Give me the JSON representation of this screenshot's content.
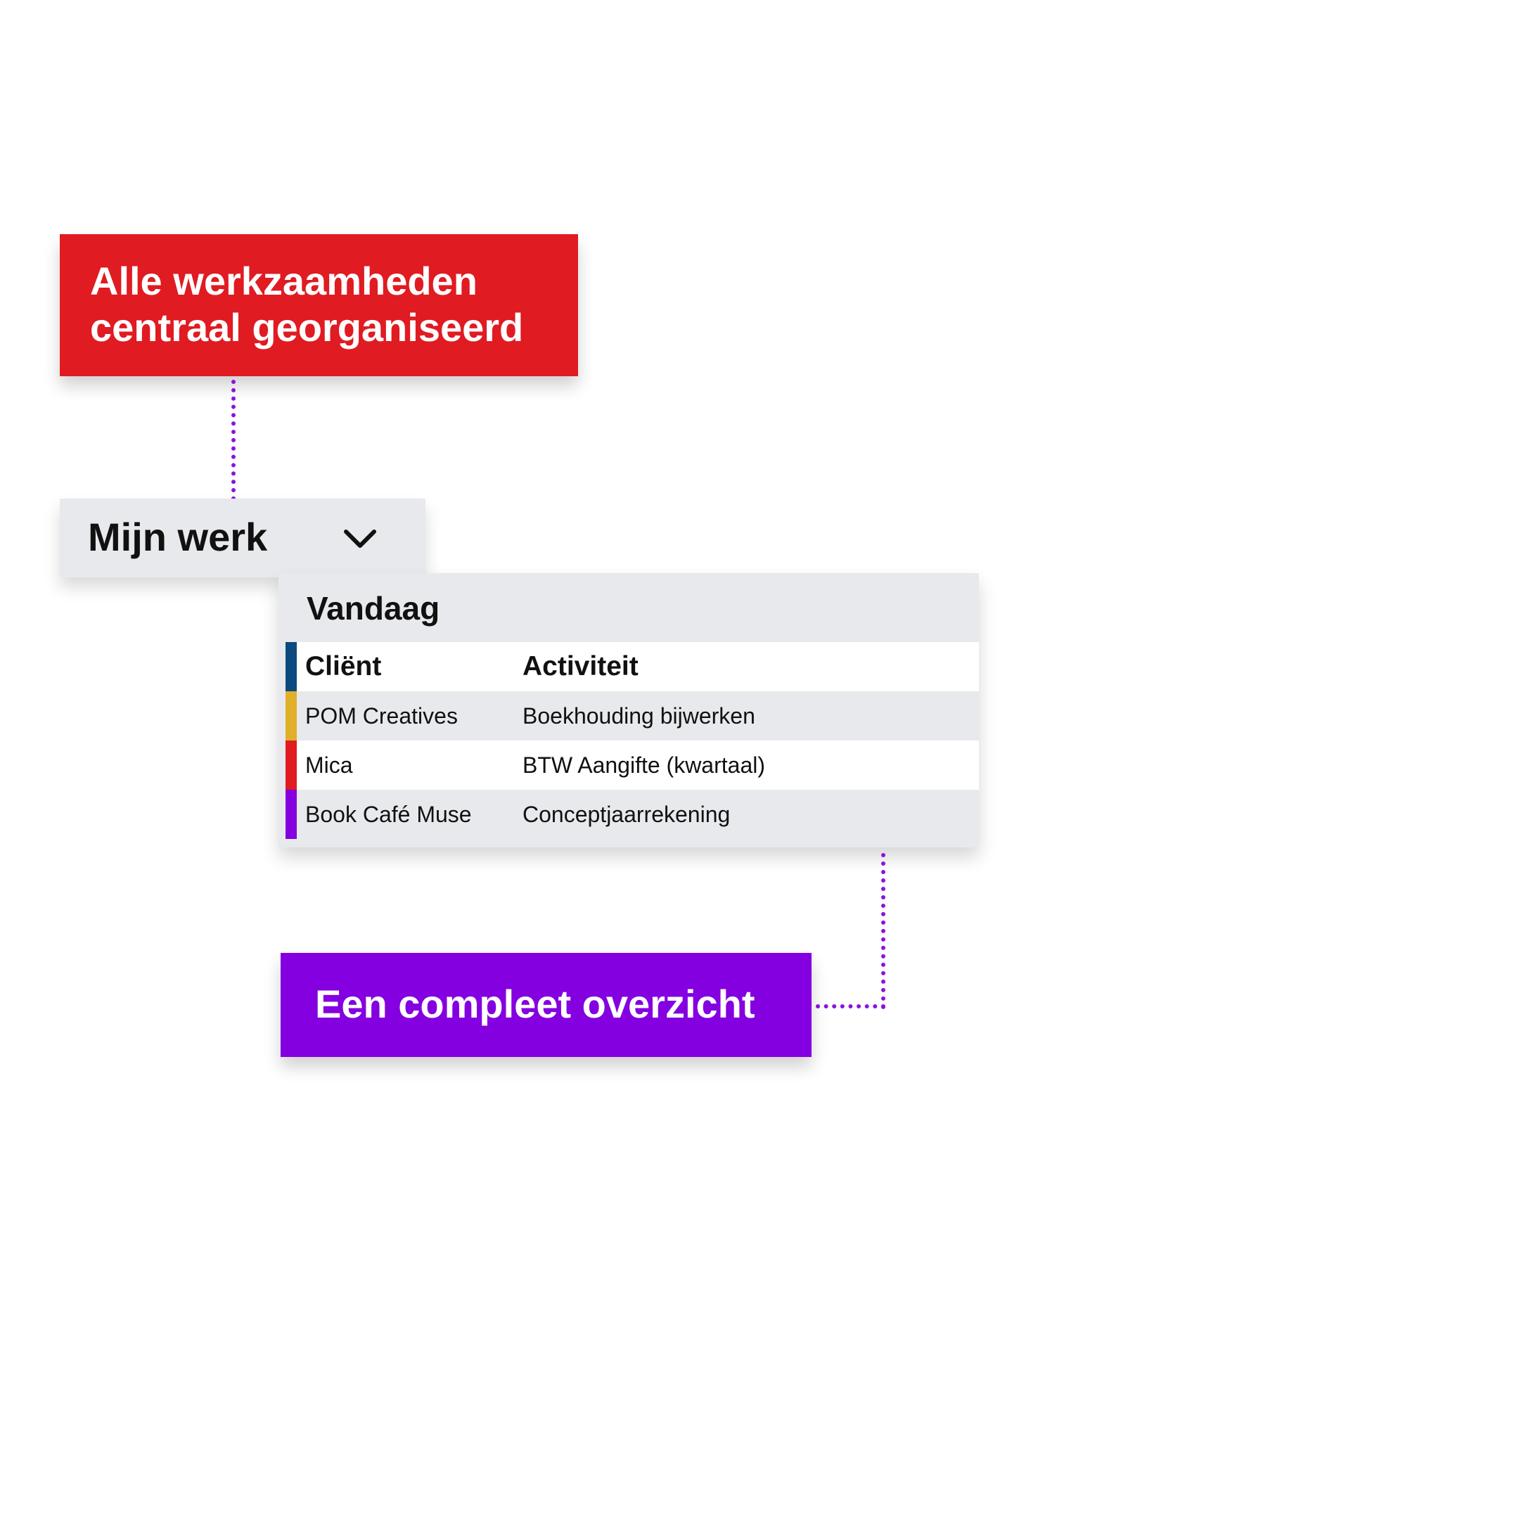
{
  "callout_top": {
    "lines": [
      "Alle werkzaamheden",
      "centraal georganiseerd"
    ],
    "color": "#e01b22"
  },
  "dropdown": {
    "label": "Mijn werk",
    "icon": "chevron-down-icon"
  },
  "panel": {
    "title": "Vandaag",
    "table": {
      "headers": [
        "Cliënt",
        "Activiteit"
      ],
      "header_color": "#0b4a7e",
      "rows": [
        {
          "client": "POM Creatives",
          "activity": "Boekhouding bijwerken",
          "color": "#e0b02a"
        },
        {
          "client": "Mica",
          "activity": "BTW Aangifte (kwartaal)",
          "color": "#e01b22"
        },
        {
          "client": "Book Café Muse",
          "activity": "Conceptjaarrekening",
          "color": "#8400e0"
        }
      ]
    }
  },
  "callout_bottom": {
    "text": "Een compleet overzicht",
    "color": "#8400e0"
  },
  "connector_color": "#8a13dd"
}
